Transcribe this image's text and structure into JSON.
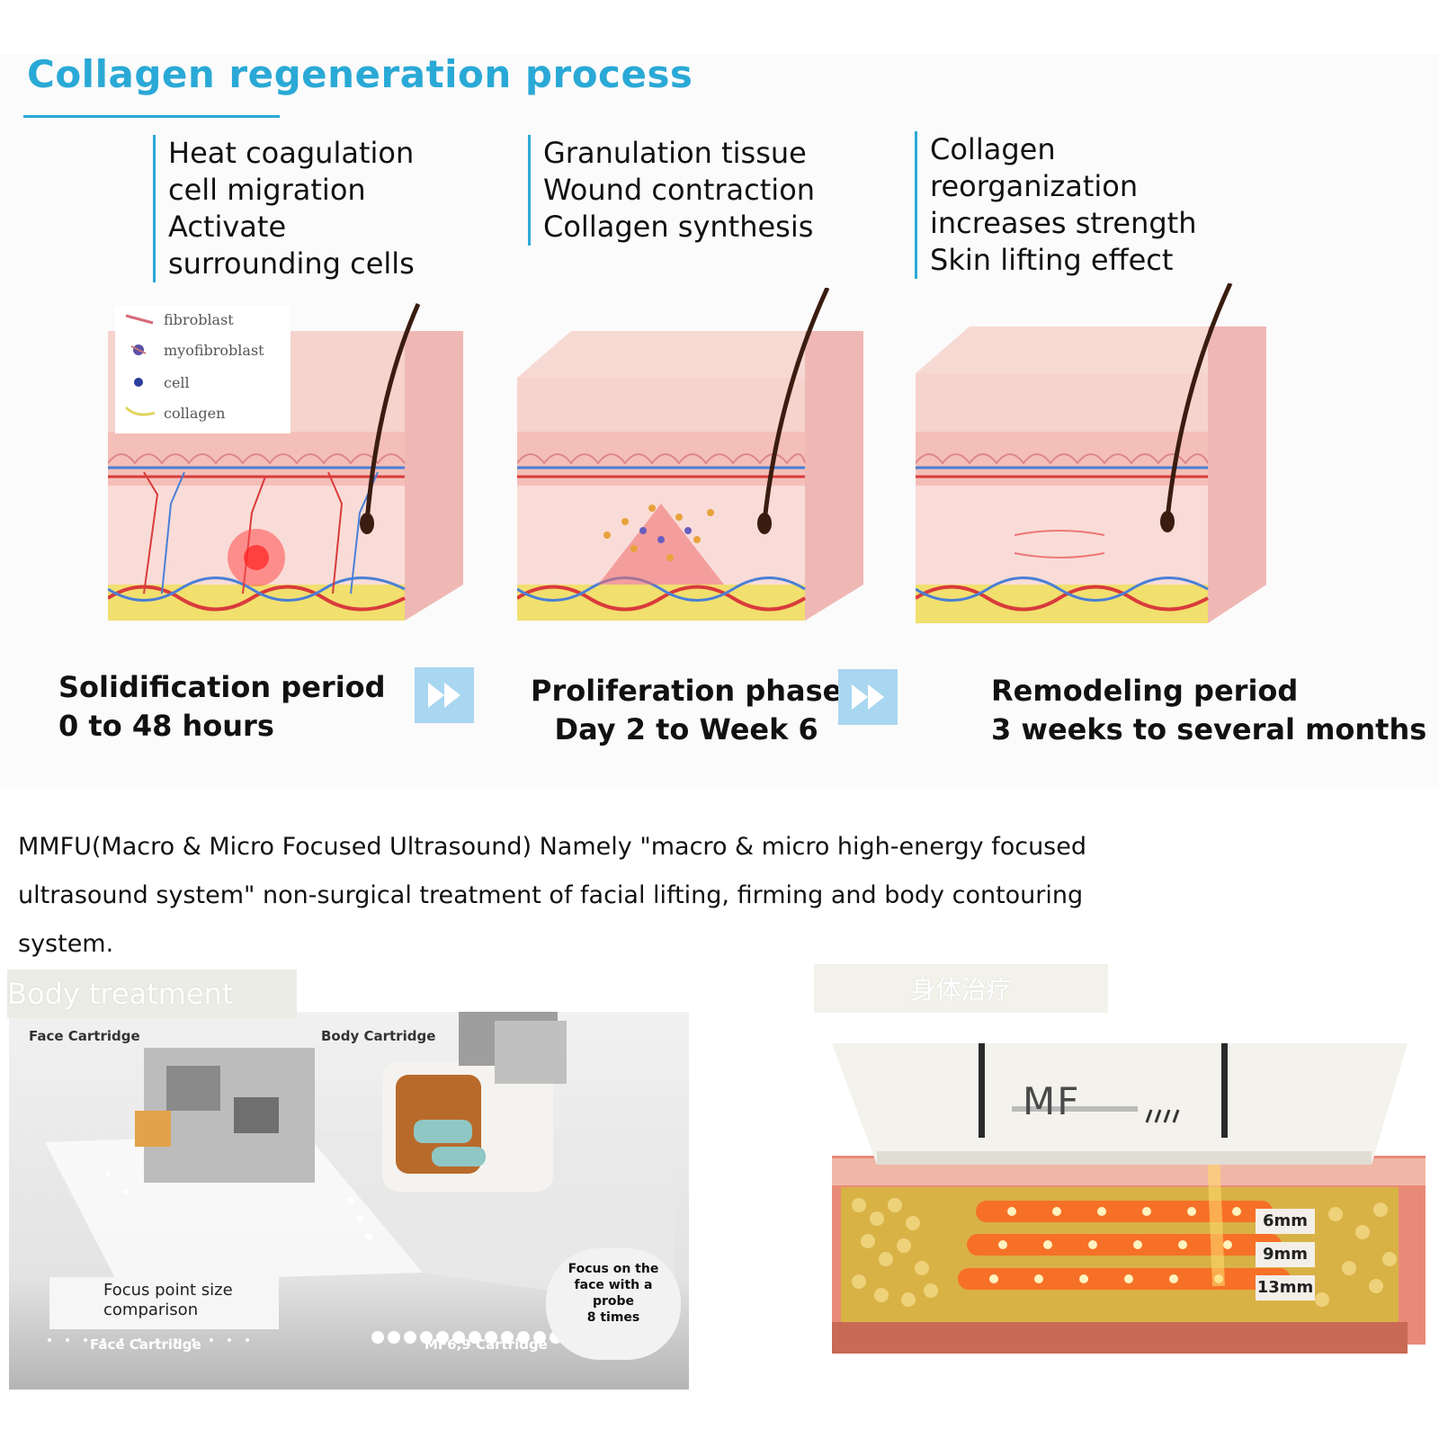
{
  "title": "Collagen regeneration process",
  "stages": [
    {
      "lines": [
        "Heat coagulation",
        "cell migration",
        "Activate",
        "surrounding cells"
      ]
    },
    {
      "lines": [
        "Granulation tissue",
        "Wound contraction",
        "Collagen synthesis"
      ]
    },
    {
      "lines": [
        "Collagen",
        "reorganization",
        "increases strength",
        "Skin lifting effect"
      ]
    }
  ],
  "legend": [
    {
      "label": "fibroblast",
      "icon": "fibroblast-icon"
    },
    {
      "label": "myofibroblast",
      "icon": "myofibroblast-icon"
    },
    {
      "label": "cell",
      "icon": "cell-icon"
    },
    {
      "label": "collagen",
      "icon": "collagen-icon"
    }
  ],
  "phases": [
    {
      "name": "Solidification period",
      "duration": "0 to 48 hours"
    },
    {
      "name": "Proliferation phase",
      "duration": "Day 2 to Week 6"
    },
    {
      "name": "Remodeling period",
      "duration": "3 weeks to several months"
    }
  ],
  "description": "MMFU(Macro & Micro Focused Ultrasound) Namely \"macro & micro high-energy focused ultrasound system\" non-surgical treatment of facial lifting, firming and body contouring system.",
  "left_panel": {
    "tab_label": "Body treatment",
    "face_cartridge": "Face Cartridge",
    "body_cartridge": "Body Cartridge",
    "focus_comparison": "Focus point size comparison",
    "bottom_face": "Face Cartridge",
    "bottom_body": "MF6,9 Cartridge",
    "probe_note": [
      "Focus on the",
      "face with a",
      "probe",
      "8 times"
    ]
  },
  "right_panel": {
    "tab_label": "身体治疗",
    "logo": "MF",
    "depths": [
      "6mm",
      "9mm",
      "13mm"
    ]
  },
  "colors": {
    "accent": "#2aa9d6",
    "arrow": "#a9d6f0",
    "skin": "#f4c5c0",
    "fat": "#f3e27a",
    "vein": "#4a7fd6",
    "artery": "#d93b3b"
  }
}
